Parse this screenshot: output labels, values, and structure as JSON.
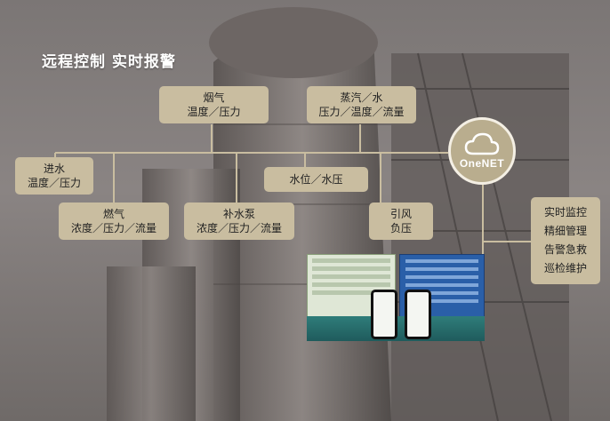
{
  "header": {
    "title": "远程控制 实时报警"
  },
  "nodes": {
    "yanqi": {
      "line1": "烟气",
      "line2": "温度／压力"
    },
    "zhengqi": {
      "line1": "蒸汽／水",
      "line2": "压力／温度／流量"
    },
    "jinshui": {
      "line1": "进水",
      "line2": "温度／压力"
    },
    "shuiwei": {
      "line1": "水位／水压"
    },
    "ranqi": {
      "line1": "燃气",
      "line2": "浓度／压力／流量"
    },
    "bushuibeng": {
      "line1": "补水泵",
      "line2": "浓度／压力／流量"
    },
    "yinfeng": {
      "line1": "引风",
      "line2": "负压"
    }
  },
  "platform": {
    "label": "OneNET",
    "icon": "cloud-icon"
  },
  "functions": [
    "实时监控",
    "精细管理",
    "告警急救",
    "巡检维护"
  ],
  "colors": {
    "box": "#c9bda0",
    "line": "#c9bda0",
    "title": "#ffffff"
  }
}
